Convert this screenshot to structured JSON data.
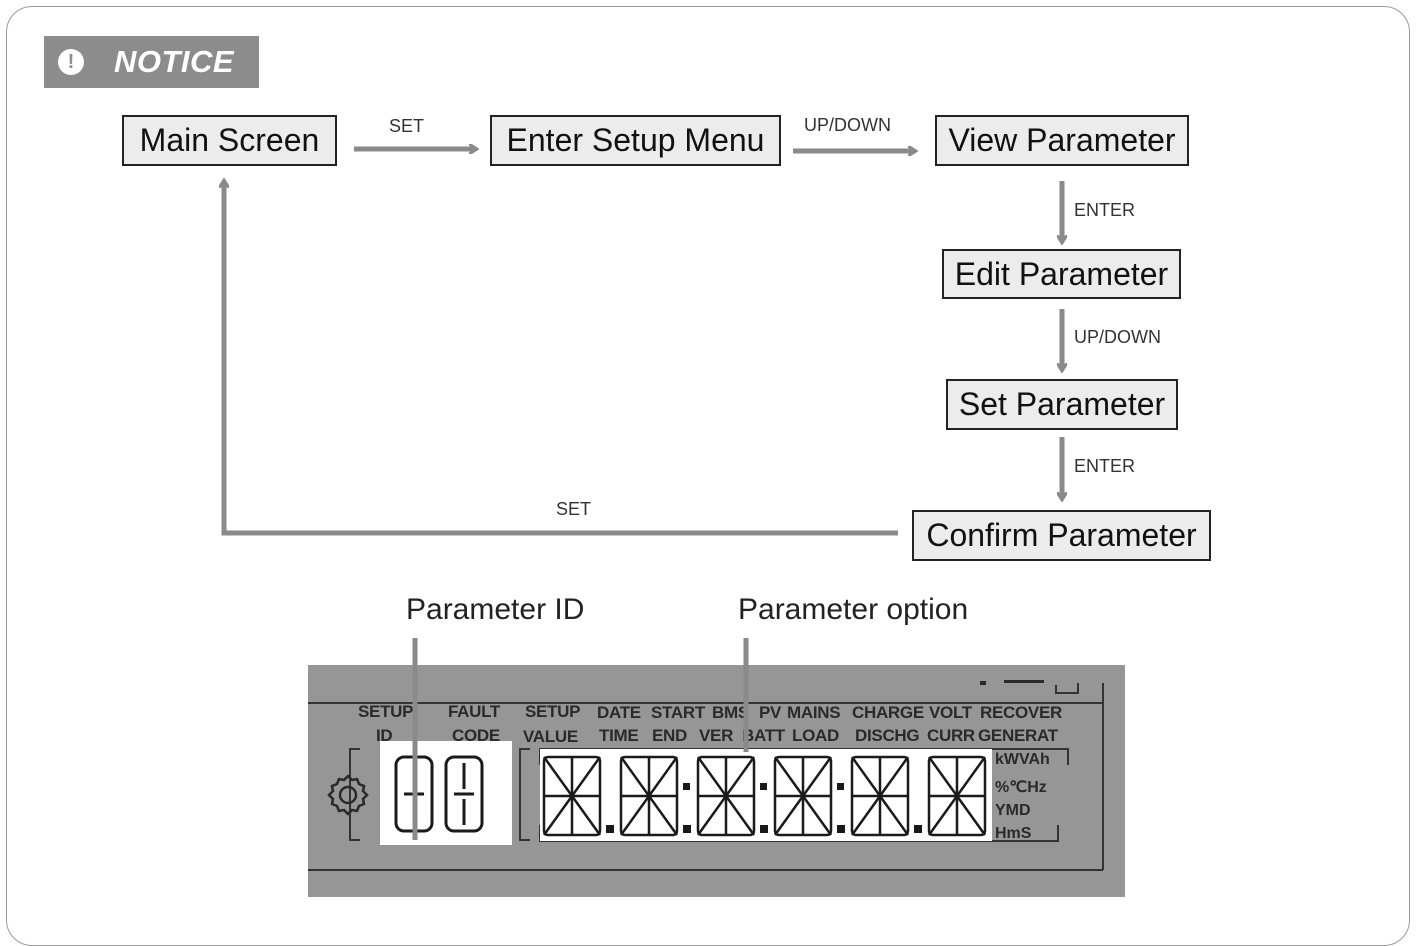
{
  "notice": {
    "icon": "exclamation-icon",
    "title": "NOTICE"
  },
  "flow": {
    "main_screen": "Main Screen",
    "enter_setup_menu": "Enter Setup Menu",
    "view_parameter": "View Parameter",
    "edit_parameter": "Edit Parameter",
    "set_parameter": "Set Parameter",
    "confirm_parameter": "Confirm Parameter",
    "edge_set_1": "SET",
    "edge_updown_1": "UP/DOWN",
    "edge_enter_1": "ENTER",
    "edge_updown_2": "UP/DOWN",
    "edge_enter_2": "ENTER",
    "edge_set_return": "SET"
  },
  "callouts": {
    "parameter_id": "Parameter ID",
    "parameter_option": "Parameter option"
  },
  "lcd": {
    "row1": [
      "SETUP",
      "FAULT",
      "SETUP",
      "DATE",
      "START",
      "BMS",
      "PV",
      "MAINS",
      "CHARGE",
      "VOLT",
      "RECOVER"
    ],
    "row2": [
      "ID",
      "CODE",
      "VALUE",
      "TIME",
      "END",
      "VER",
      "BATT",
      "LOAD",
      "DISCHG",
      "CURR",
      "GENERAT"
    ],
    "units": [
      "kWVAh",
      "%℃Hz",
      "YMD",
      "HmS"
    ],
    "icon": "gear-icon"
  }
}
